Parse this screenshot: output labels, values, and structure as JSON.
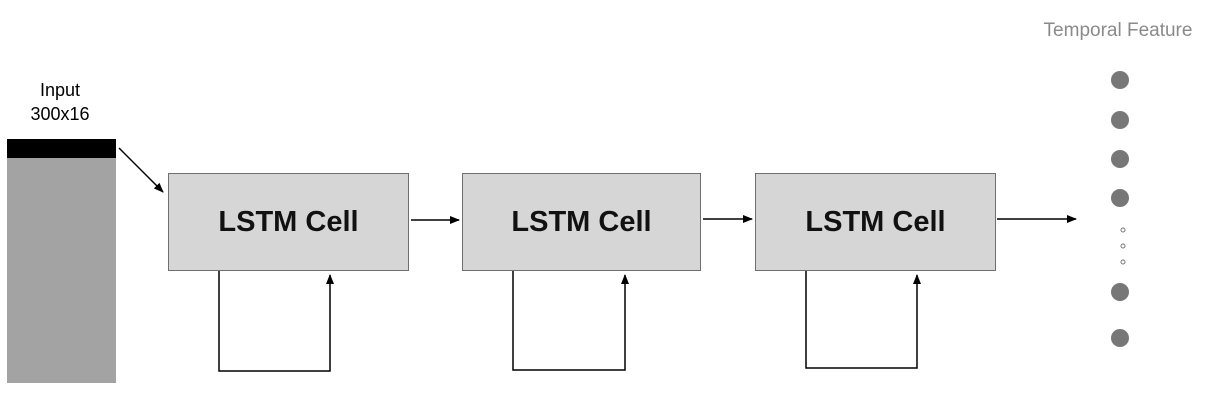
{
  "input": {
    "label_line1": "Input",
    "label_line2": "300x16"
  },
  "cells": [
    {
      "label": "LSTM Cell"
    },
    {
      "label": "LSTM Cell"
    },
    {
      "label": "LSTM Cell"
    }
  ],
  "output": {
    "title": "Temporal Feature"
  },
  "colors": {
    "input_fill": "#a3a3a3",
    "input_row": "#000000",
    "cell_fill": "#d6d6d6",
    "node_fill": "#777777",
    "title_text": "#8a8a8a"
  }
}
